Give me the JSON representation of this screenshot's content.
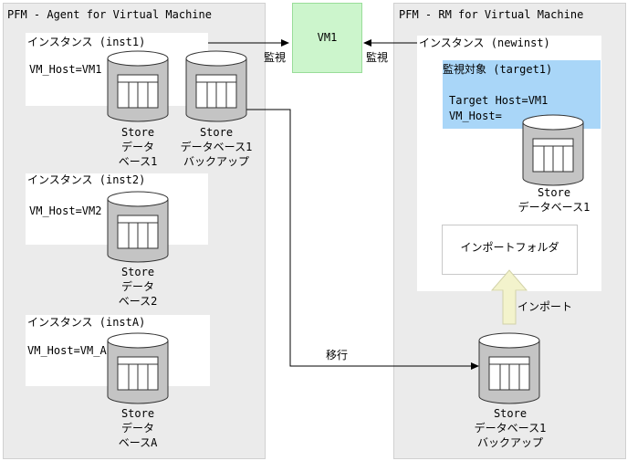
{
  "left_panel": {
    "title": "PFM - Agent for Virtual Machine",
    "instances": [
      {
        "label": "インスタンス (inst1)",
        "host": "VM_Host=VM1"
      },
      {
        "label": "インスタンス (inst2)",
        "host": "VM_Host=VM2"
      },
      {
        "label": "インスタンス (instA)",
        "host": "VM_Host=VM_A"
      }
    ],
    "stores": [
      {
        "line1": "Store",
        "line2": "データ",
        "line3": "ベース1"
      },
      {
        "line1": "Store",
        "line2": "データベース1",
        "line3": "バックアップ"
      },
      {
        "line1": "Store",
        "line2": "データ",
        "line3": "ベース2"
      },
      {
        "line1": "Store",
        "line2": "データ",
        "line3": "ベースA"
      }
    ]
  },
  "right_panel": {
    "title": "PFM - RM for Virtual Machine",
    "instance_label": "インスタンス (newinst)",
    "target": {
      "title": "監視対象 (target1)",
      "target_host": "Target Host=VM1",
      "vm_host": "VM_Host="
    },
    "target_store": {
      "line1": "Store",
      "line2": "データベース1"
    },
    "import_folder": "インポートフォルダ",
    "import_label": "インポート",
    "backup_store": {
      "line1": "Store",
      "line2": "データベース1",
      "line3": "バックアップ"
    }
  },
  "vm": {
    "label": "VM1"
  },
  "arrows": {
    "monitor_left": "監視",
    "monitor_right": "監視",
    "migrate": "移行"
  },
  "colors": {
    "panel_bg": "#ebebeb",
    "vm_box": "#ccf5cc",
    "target_box": "#a9d6f8",
    "import_arrow": "#f3f3cc",
    "cylinder_body": "#c4c4c4"
  }
}
